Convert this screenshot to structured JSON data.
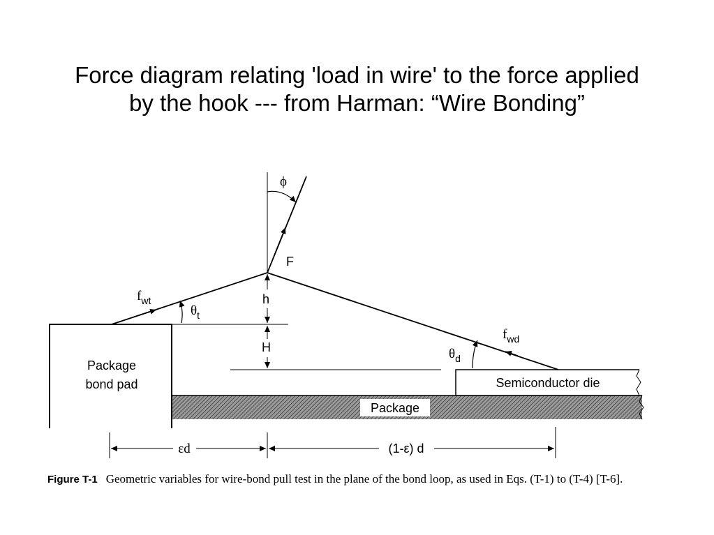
{
  "title": {
    "line1": "Force diagram relating 'load in wire' to the force applied",
    "line2": "by the hook --- from Harman: “Wire Bonding”"
  },
  "diagram": {
    "phi": "ϕ",
    "F": "F",
    "fwt": {
      "base": "f",
      "sub": "wt"
    },
    "theta_t": {
      "base": "θ",
      "sub": "t"
    },
    "h": "h",
    "H": "H",
    "fwd": {
      "base": "f",
      "sub": "wd"
    },
    "theta_d": {
      "base": "θ",
      "sub": "d"
    },
    "package_bond_pad": {
      "line1": "Package",
      "line2": "bond pad"
    },
    "semiconductor_die": "Semiconductor die",
    "package": "Package",
    "eps_d": "εd",
    "one_minus_eps_d": "(1-ε) d"
  },
  "caption": {
    "figure_label": "Figure T-1",
    "text": "Geometric variables for wire-bond pull test in the plane of the bond loop, as used in Eqs. (T-1) to (T-4) [T-6]."
  }
}
